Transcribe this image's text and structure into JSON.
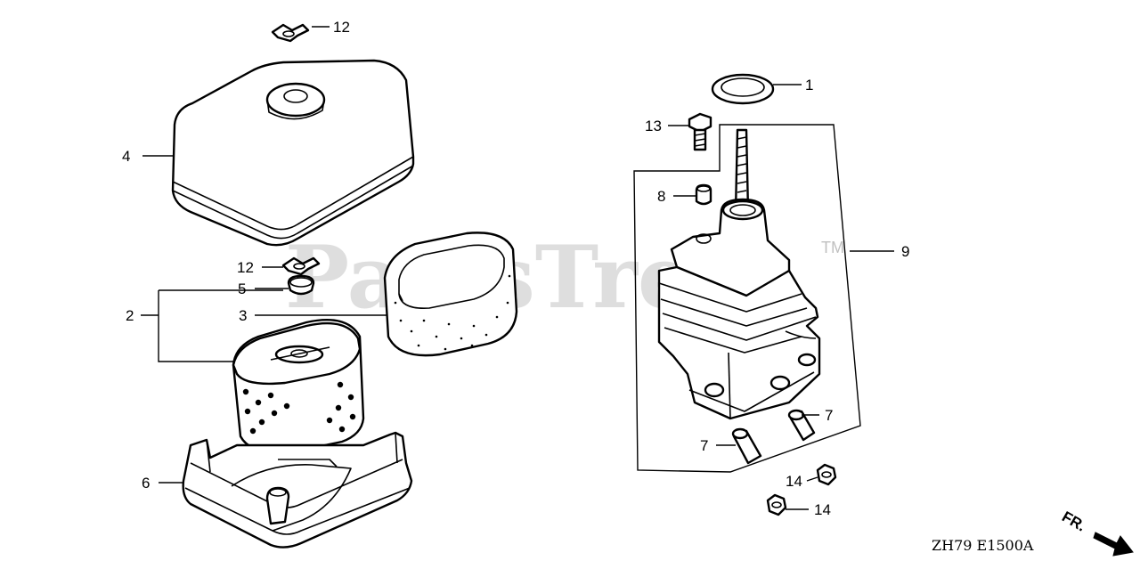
{
  "watermark": {
    "text": "PartsTree",
    "trademark": "TM"
  },
  "callouts": [
    {
      "id": "c1",
      "number": "1"
    },
    {
      "id": "c2",
      "number": "2"
    },
    {
      "id": "c3",
      "number": "3"
    },
    {
      "id": "c4",
      "number": "4"
    },
    {
      "id": "c5",
      "number": "5"
    },
    {
      "id": "c6",
      "number": "6"
    },
    {
      "id": "c7a",
      "number": "7"
    },
    {
      "id": "c7b",
      "number": "7"
    },
    {
      "id": "c8",
      "number": "8"
    },
    {
      "id": "c9",
      "number": "9"
    },
    {
      "id": "c12a",
      "number": "12"
    },
    {
      "id": "c12b",
      "number": "12"
    },
    {
      "id": "c13",
      "number": "13"
    },
    {
      "id": "c14a",
      "number": "14"
    },
    {
      "id": "c14b",
      "number": "14"
    }
  ],
  "direction_label": "FR.",
  "diagram_code": "ZH79  E1500A"
}
